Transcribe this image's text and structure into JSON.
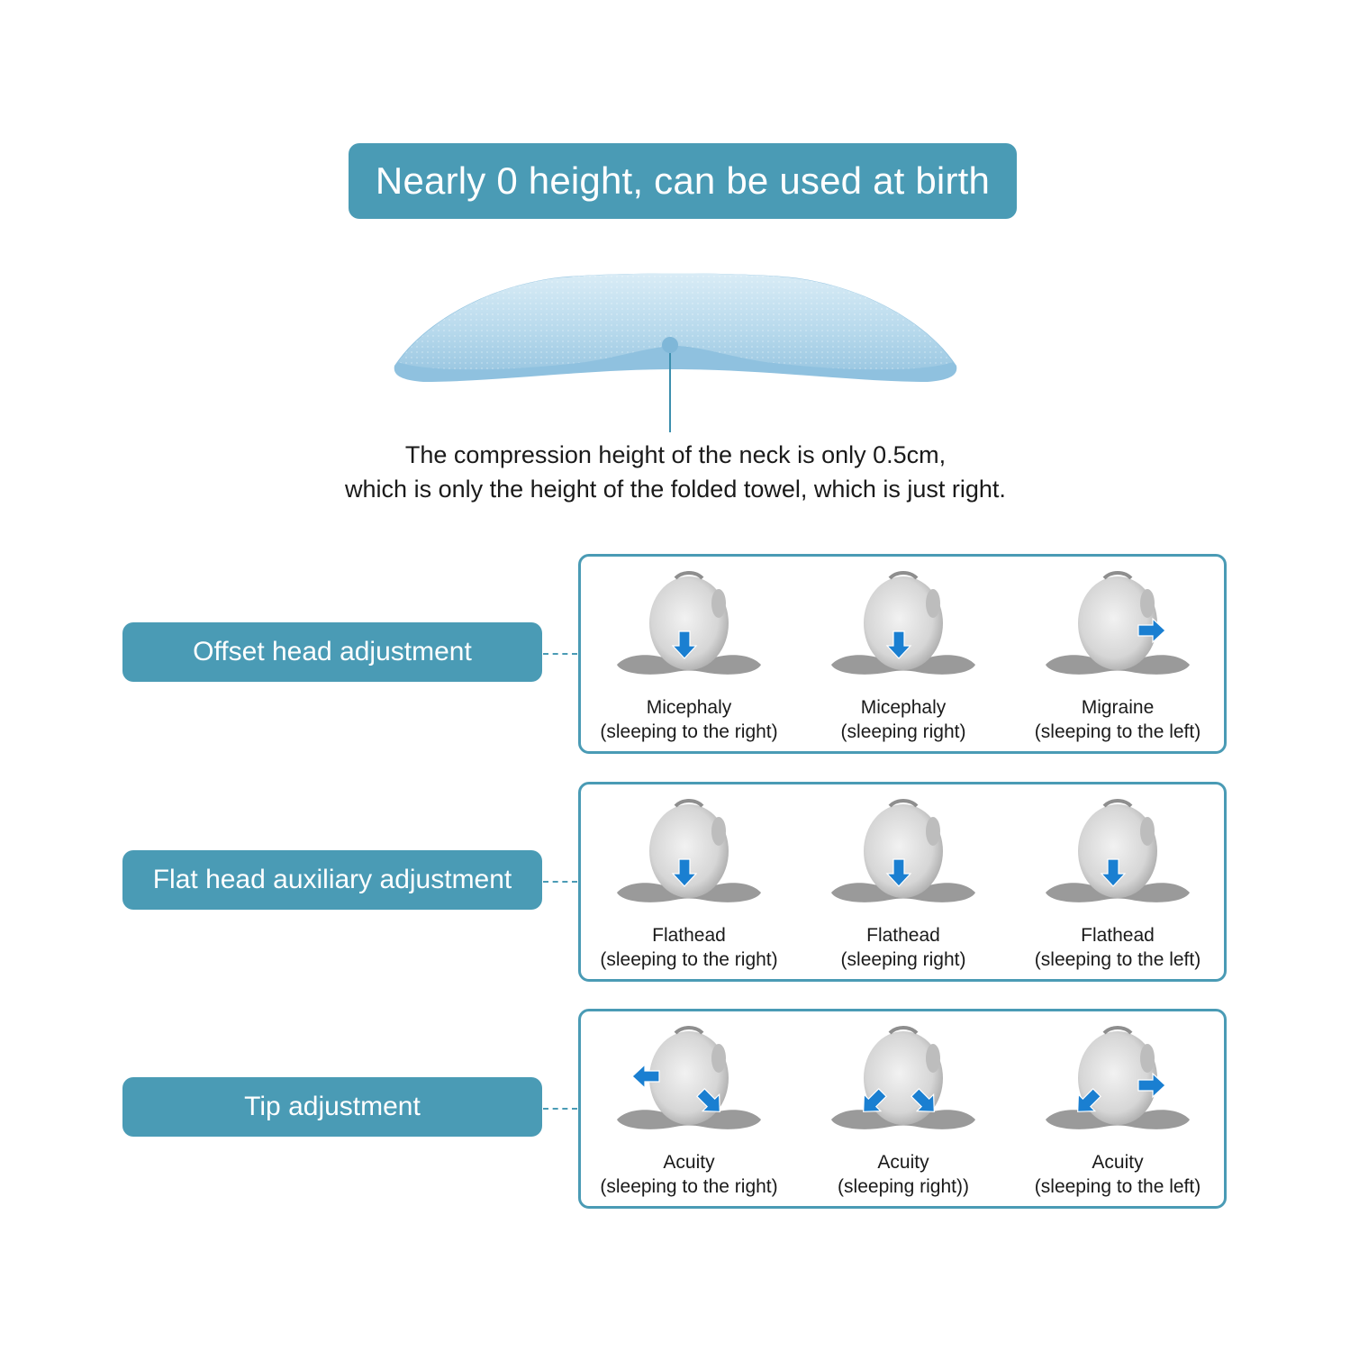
{
  "colors": {
    "accent": "#4a9bb5",
    "panel_border": "#4a9bb5",
    "arrow": "#1a7fd1",
    "pillow": "#a9cfe6"
  },
  "title": "Nearly 0 height, can be used at birth",
  "caption": {
    "line1": "The compression height of the neck is only 0.5cm,",
    "line2": "which is only the height of the folded towel, which is just right."
  },
  "sections": [
    {
      "label": "Offset head adjustment",
      "items": [
        {
          "name": "Micephaly",
          "detail": "(sleeping to the right)",
          "arrows": [
            "down"
          ]
        },
        {
          "name": "Micephaly",
          "detail": "(sleeping right)",
          "arrows": [
            "down"
          ]
        },
        {
          "name": "Migraine",
          "detail": "(sleeping to the left)",
          "arrows": [
            "right"
          ]
        }
      ]
    },
    {
      "label": "Flat head auxiliary adjustment",
      "items": [
        {
          "name": "Flathead",
          "detail": "(sleeping to the right)",
          "arrows": [
            "down"
          ]
        },
        {
          "name": "Flathead",
          "detail": "(sleeping right)",
          "arrows": [
            "down"
          ]
        },
        {
          "name": "Flathead",
          "detail": "(sleeping to the left)",
          "arrows": [
            "down"
          ]
        }
      ]
    },
    {
      "label": "Tip adjustment",
      "items": [
        {
          "name": "Acuity",
          "detail": "(sleeping to the right)",
          "arrows": [
            "left",
            "down-right"
          ]
        },
        {
          "name": "Acuity",
          "detail": "(sleeping right))",
          "arrows": [
            "down-left",
            "down-right"
          ]
        },
        {
          "name": "Acuity",
          "detail": "(sleeping to the left)",
          "arrows": [
            "down-left",
            "right"
          ]
        }
      ]
    }
  ]
}
